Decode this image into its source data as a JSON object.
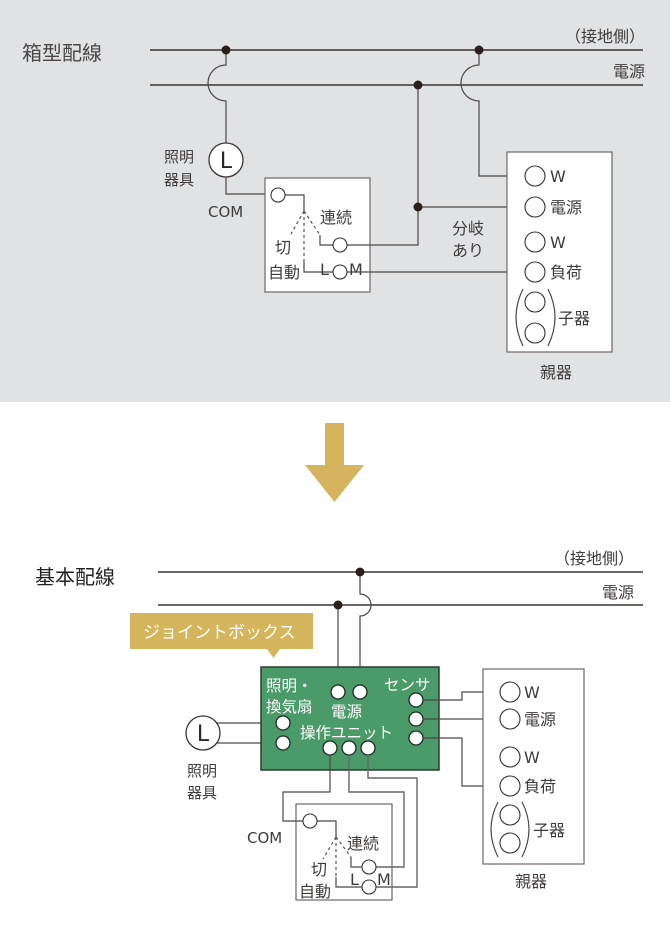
{
  "top_diagram": {
    "title": "箱型配線",
    "line_labels": {
      "ground": "（接地側）",
      "power": "電源"
    },
    "fixture": {
      "symbol": "L",
      "label_line1": "照明",
      "label_line2": "器具"
    },
    "switch": {
      "com": "COM",
      "continuous": "連続",
      "off": "切",
      "auto": "自動",
      "l": "L",
      "m": "M"
    },
    "branch_note": {
      "line1": "分岐",
      "line2": "あり"
    },
    "master_unit": {
      "title": "親器",
      "terminals": [
        "W",
        "電源",
        "W",
        "負荷"
      ],
      "slave": "子器"
    }
  },
  "bottom_diagram": {
    "title": "基本配線",
    "line_labels": {
      "ground": "（接地側）",
      "power": "電源"
    },
    "junction_box_callout": "ジョイントボックス",
    "junction_box": {
      "lighting_fan_line1": "照明・",
      "lighting_fan_line2": "換気扇",
      "power": "電源",
      "sensor": "センサ",
      "control_unit": "操作ユニット"
    },
    "fixture": {
      "symbol": "L",
      "label_line1": "照明",
      "label_line2": "器具"
    },
    "switch": {
      "com": "COM",
      "continuous": "連続",
      "off": "切",
      "auto": "自動",
      "l": "L",
      "m": "M"
    },
    "master_unit": {
      "title": "親器",
      "terminals": [
        "W",
        "電源",
        "W",
        "負荷"
      ],
      "slave": "子器"
    }
  },
  "colors": {
    "top_background": "#e1e2e4",
    "arrow": "#d6b45d",
    "callout": "#d5b55c",
    "junction_box": "#4b9a6a"
  }
}
